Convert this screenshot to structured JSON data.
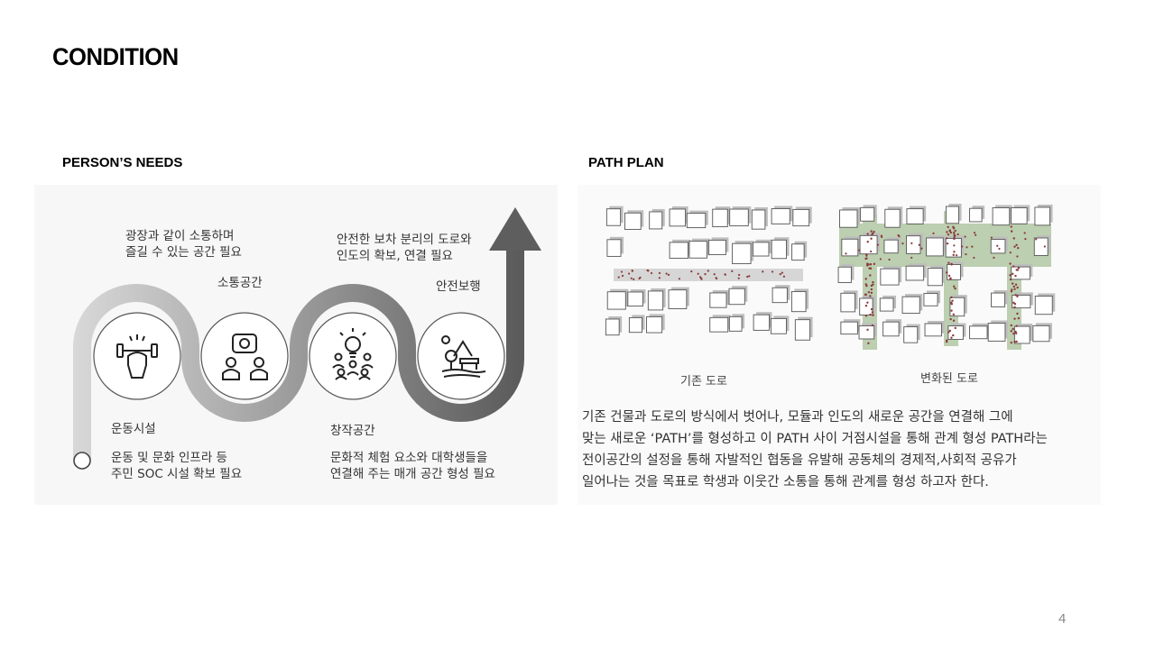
{
  "header": {
    "title": "CONDITION"
  },
  "needs": {
    "heading": "PERSON’S NEEDS",
    "items": [
      {
        "label": "운동시설",
        "icon": "fitness-fist-dumbbell-icon",
        "desc": [
          "운동 및 문화 인프라 등",
          "주민 SOC 시설 확보 필요"
        ]
      },
      {
        "label": "소통공간",
        "icon": "communication-people-chat-icon",
        "desc": [
          "광장과 같이 소통하며",
          "즐길 수 있는 공간 필요"
        ]
      },
      {
        "label": "창작공간",
        "icon": "creative-lightbulb-people-icon",
        "desc": [
          "문화적 체험 요소와 대학생들을",
          "연결해 주는 매개 공간 형성 필요"
        ]
      },
      {
        "label": "안전보행",
        "icon": "safe-walk-park-bench-icon",
        "desc": [
          "안전한 보차 분리의 도로와",
          "인도의 확보, 연결 필요"
        ]
      }
    ]
  },
  "path_plan": {
    "heading": "PATH PLAN",
    "map_labels": {
      "existing": "기존 도로",
      "changed": "변화된 도로"
    },
    "description": [
      "기존 건물과 도로의 방식에서 벗어나, 모듈과 인도의 새로운 공간을 연결해 그에",
      "맞는 새로운 ‘PATH’를 형성하고 이 PATH 사이 거점시설을 통해 관계 형성 PATH라는",
      "전이공간의 설정을 통해 자발적인 협동을 유발해 공동체의 경제적,사회적 공유가",
      "일어나는 것을 목표로 학생과 이웃간 소통을 통해 관계를 형성 하고자 한다."
    ]
  },
  "colors": {
    "path_dark": "#5a5a5a",
    "path_light": "#cfcfcf",
    "green_path": "#bccfb0",
    "dots": "#8a3a3a"
  },
  "footer": {
    "page_number": "4"
  }
}
